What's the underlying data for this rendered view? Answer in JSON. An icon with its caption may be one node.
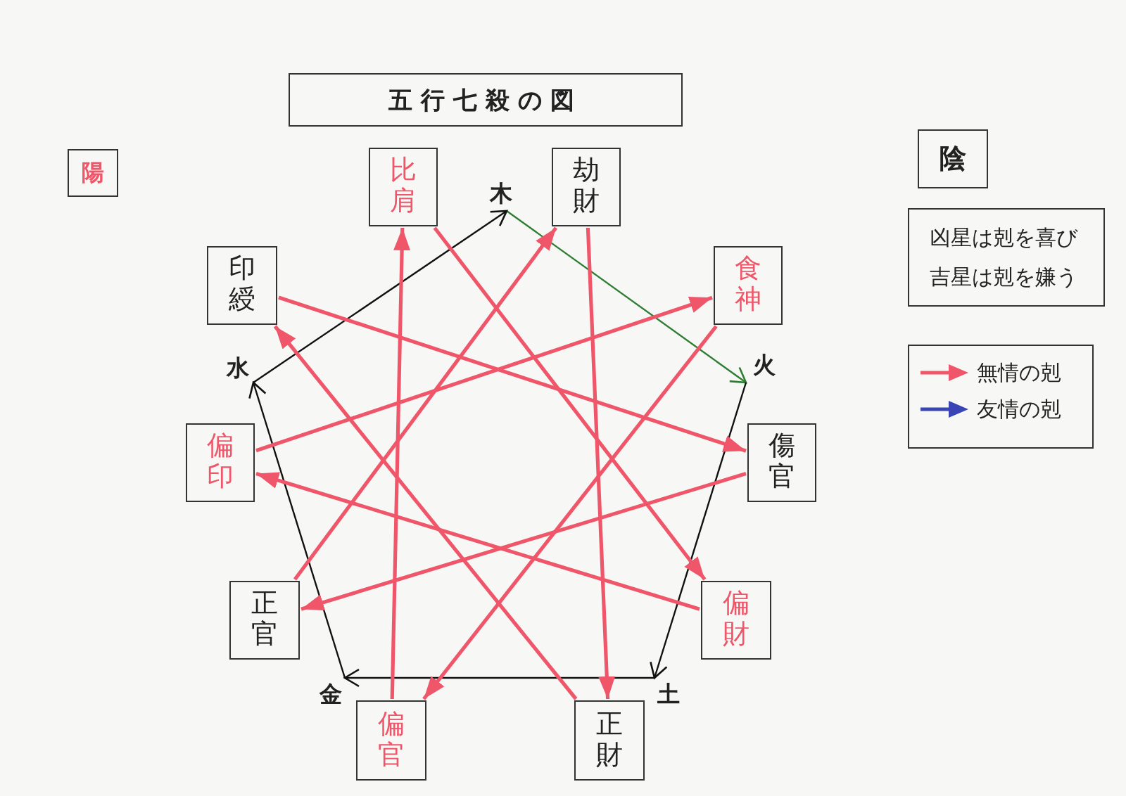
{
  "diagram": {
    "title": "五行七殺の図",
    "nodes": [
      {
        "text": [
          "陽"
        ]
      },
      {
        "text": [
          "比肩"
        ]
      },
      {
        "text": [
          "木"
        ]
      },
      {
        "text": [
          "劫財"
        ]
      },
      {
        "text": [
          "陰"
        ]
      },
      {
        "text": [
          "凶星は剋を喜び吉星は剋を嫌う"
        ]
      },
      {
        "text": [
          "印綬"
        ]
      },
      {
        "text": [
          "食神"
        ]
      },
      {
        "text": [
          "水"
        ]
      },
      {
        "text": [
          "火"
        ]
      },
      {
        "text": [
          "偏印"
        ]
      },
      {
        "text": [
          "傷官"
        ]
      },
      {
        "text": [
          "偏財"
        ]
      },
      {
        "text": [
          "正官"
        ]
      },
      {
        "text": [
          "金"
        ]
      },
      {
        "text": [
          "偏官"
        ]
      },
      {
        "text": [
          "正財"
        ]
      },
      {
        "text": [
          "土"
        ]
      }
    ],
    "edges": [
      {
        "from": 2,
        "to": 9,
        "arrow": "to",
        "color": "#2e7d32"
      },
      {
        "from": 9,
        "to": 17,
        "arrow": "to",
        "color": "#111111"
      },
      {
        "from": 17,
        "to": 14,
        "arrow": "to",
        "color": "#111111"
      },
      {
        "from": 14,
        "to": 8,
        "arrow": "to",
        "color": "#111111"
      },
      {
        "from": 8,
        "to": 2,
        "arrow": "to",
        "color": "#111111"
      },
      {
        "from": 15,
        "to": 1,
        "arrow": "to"
      },
      {
        "from": 13,
        "to": 3,
        "arrow": "to"
      },
      {
        "from": 1,
        "to": 12,
        "arrow": "to"
      },
      {
        "from": 3,
        "to": 16,
        "arrow": "to"
      },
      {
        "from": 12,
        "to": 10,
        "arrow": "to"
      },
      {
        "from": 16,
        "to": 6,
        "arrow": "to"
      },
      {
        "from": 10,
        "to": 7,
        "arrow": "to"
      },
      {
        "from": 6,
        "to": 11,
        "arrow": "to"
      },
      {
        "from": 7,
        "to": 15,
        "arrow": "to"
      },
      {
        "from": 11,
        "to": 13,
        "arrow": "to"
      }
    ],
    "legend": [
      {
        "text": "無情の剋",
        "color": "#f0566a"
      },
      {
        "text": "友情の剋",
        "color": "#3a45b5"
      }
    ]
  }
}
